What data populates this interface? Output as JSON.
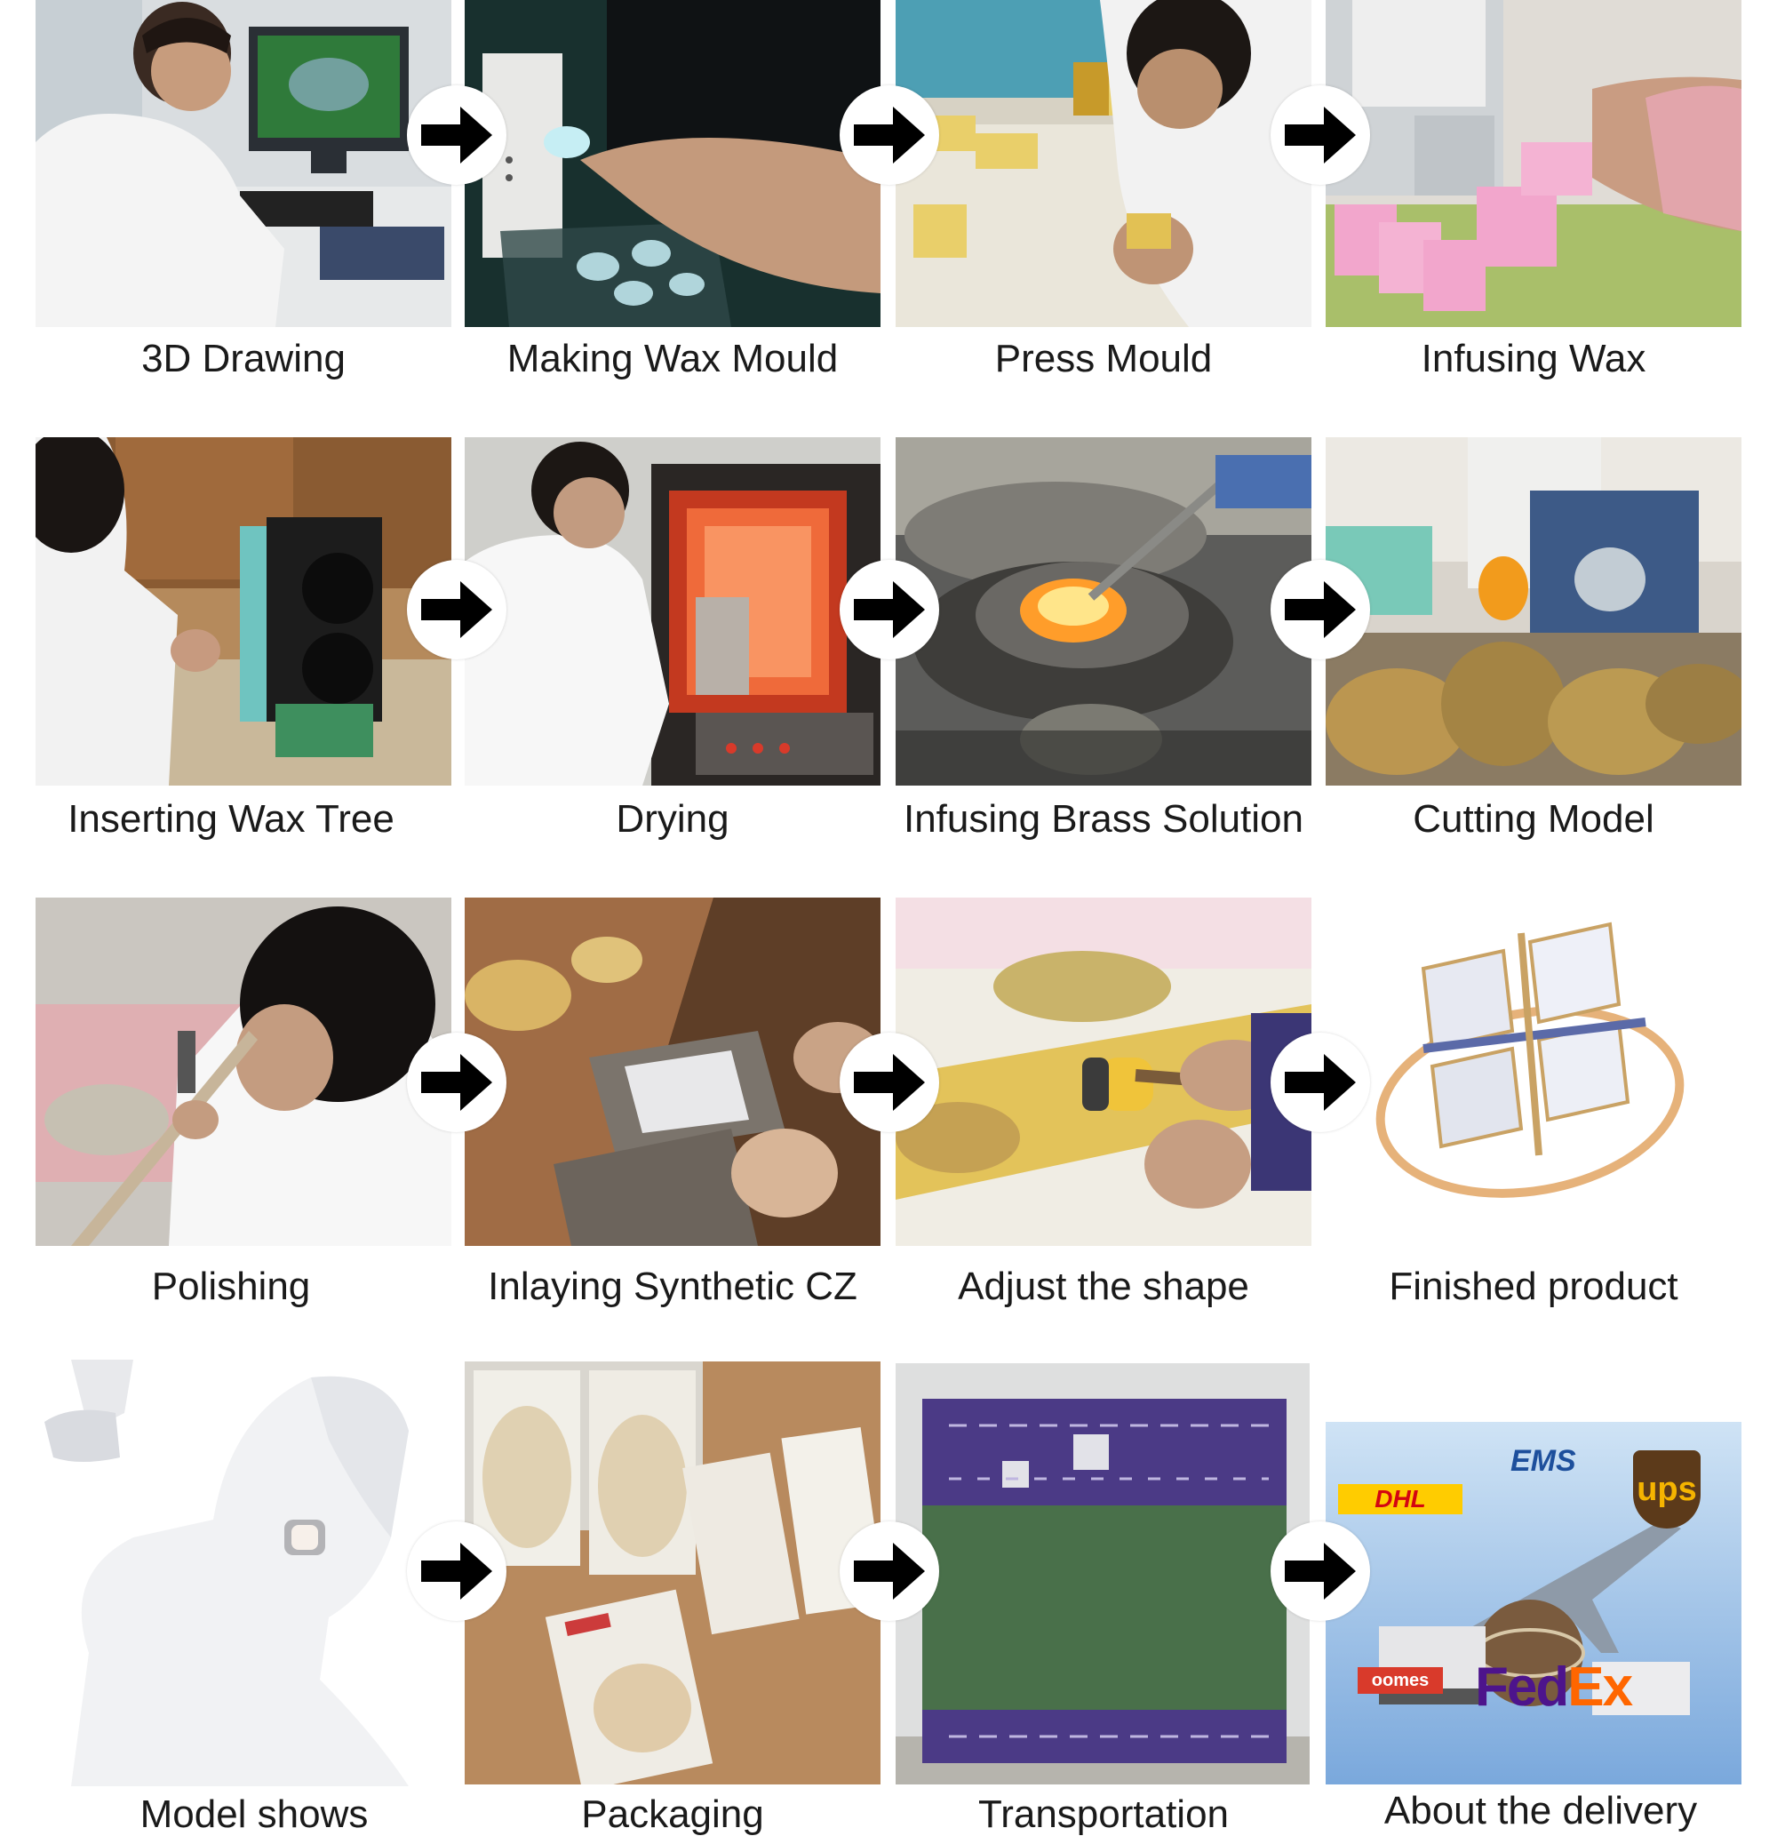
{
  "steps": [
    {
      "label": "3D Drawing",
      "scene": "desk-computer"
    },
    {
      "label": "Making Wax Mould",
      "scene": "wax-mould"
    },
    {
      "label": "Press Mould",
      "scene": "press-mould"
    },
    {
      "label": "Infusing Wax",
      "scene": "infusing-wax"
    },
    {
      "label": "Inserting Wax Tree",
      "scene": "wax-tree"
    },
    {
      "label": "Drying",
      "scene": "kiln"
    },
    {
      "label": "Infusing Brass Solution",
      "scene": "molten-brass"
    },
    {
      "label": "Cutting Model",
      "scene": "cutting-model"
    },
    {
      "label": "Polishing",
      "scene": "polishing"
    },
    {
      "label": "Inlaying Synthetic CZ",
      "scene": "inlaying"
    },
    {
      "label": "Adjust the shape",
      "scene": "hammer"
    },
    {
      "label": "Finished product",
      "scene": "ring"
    },
    {
      "label": "Model shows",
      "scene": "mannequin"
    },
    {
      "label": "Packaging",
      "scene": "packaging"
    },
    {
      "label": "Transportation",
      "scene": "box"
    },
    {
      "label": "About the delivery",
      "scene": "delivery"
    }
  ],
  "delivery_logos": {
    "ems": "EMS",
    "dhl": "DHL",
    "ups": "ups",
    "fedex_fed": "Fed",
    "fedex_ex": "Ex",
    "oomes": "oomes"
  },
  "colors": {
    "arrow": "#000000",
    "caption_text": "#1a1a1a",
    "fedex_purple": "#4d148c",
    "fedex_orange": "#ff6600",
    "dhl_yellow": "#ffcc00",
    "dhl_red": "#d40511",
    "ups_brown": "#5c3a1a",
    "ups_gold": "#f5b400",
    "ems_blue": "#1d4f9c"
  },
  "icons": [
    "arrow-right-icon"
  ]
}
